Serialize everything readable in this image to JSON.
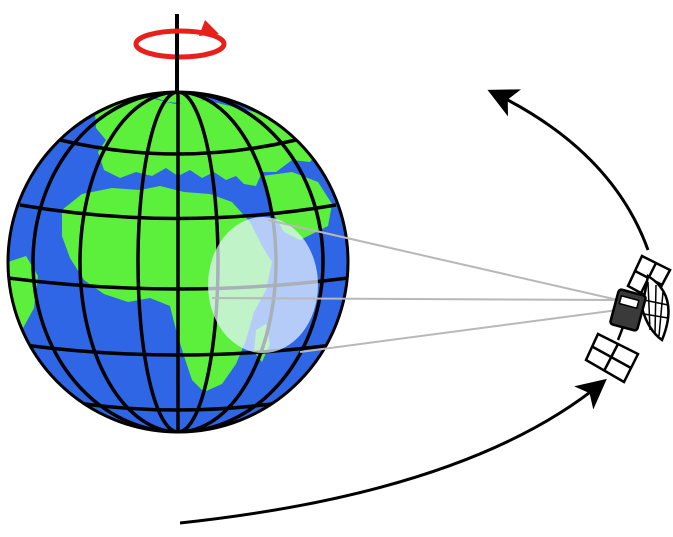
{
  "diagram": {
    "colors": {
      "ocean": "#2f66e6",
      "land": "#5cf03c",
      "grid": "#000000",
      "rotation_arrow": "#e8201c",
      "footprint": "#b9dcff",
      "beam": "#b8b8b8",
      "orbit_arrow": "#000000",
      "satellite_body": "#3a3a3a",
      "solar_panel": "#ffffff"
    },
    "elements": {
      "earth": "globe-icon",
      "rotation": "rotation-arrow-icon",
      "satellite": "satellite-icon",
      "coverage": "coverage-footprint",
      "orbit_upper": "orbit-arrow-upper",
      "orbit_lower": "orbit-arrow-lower"
    }
  }
}
